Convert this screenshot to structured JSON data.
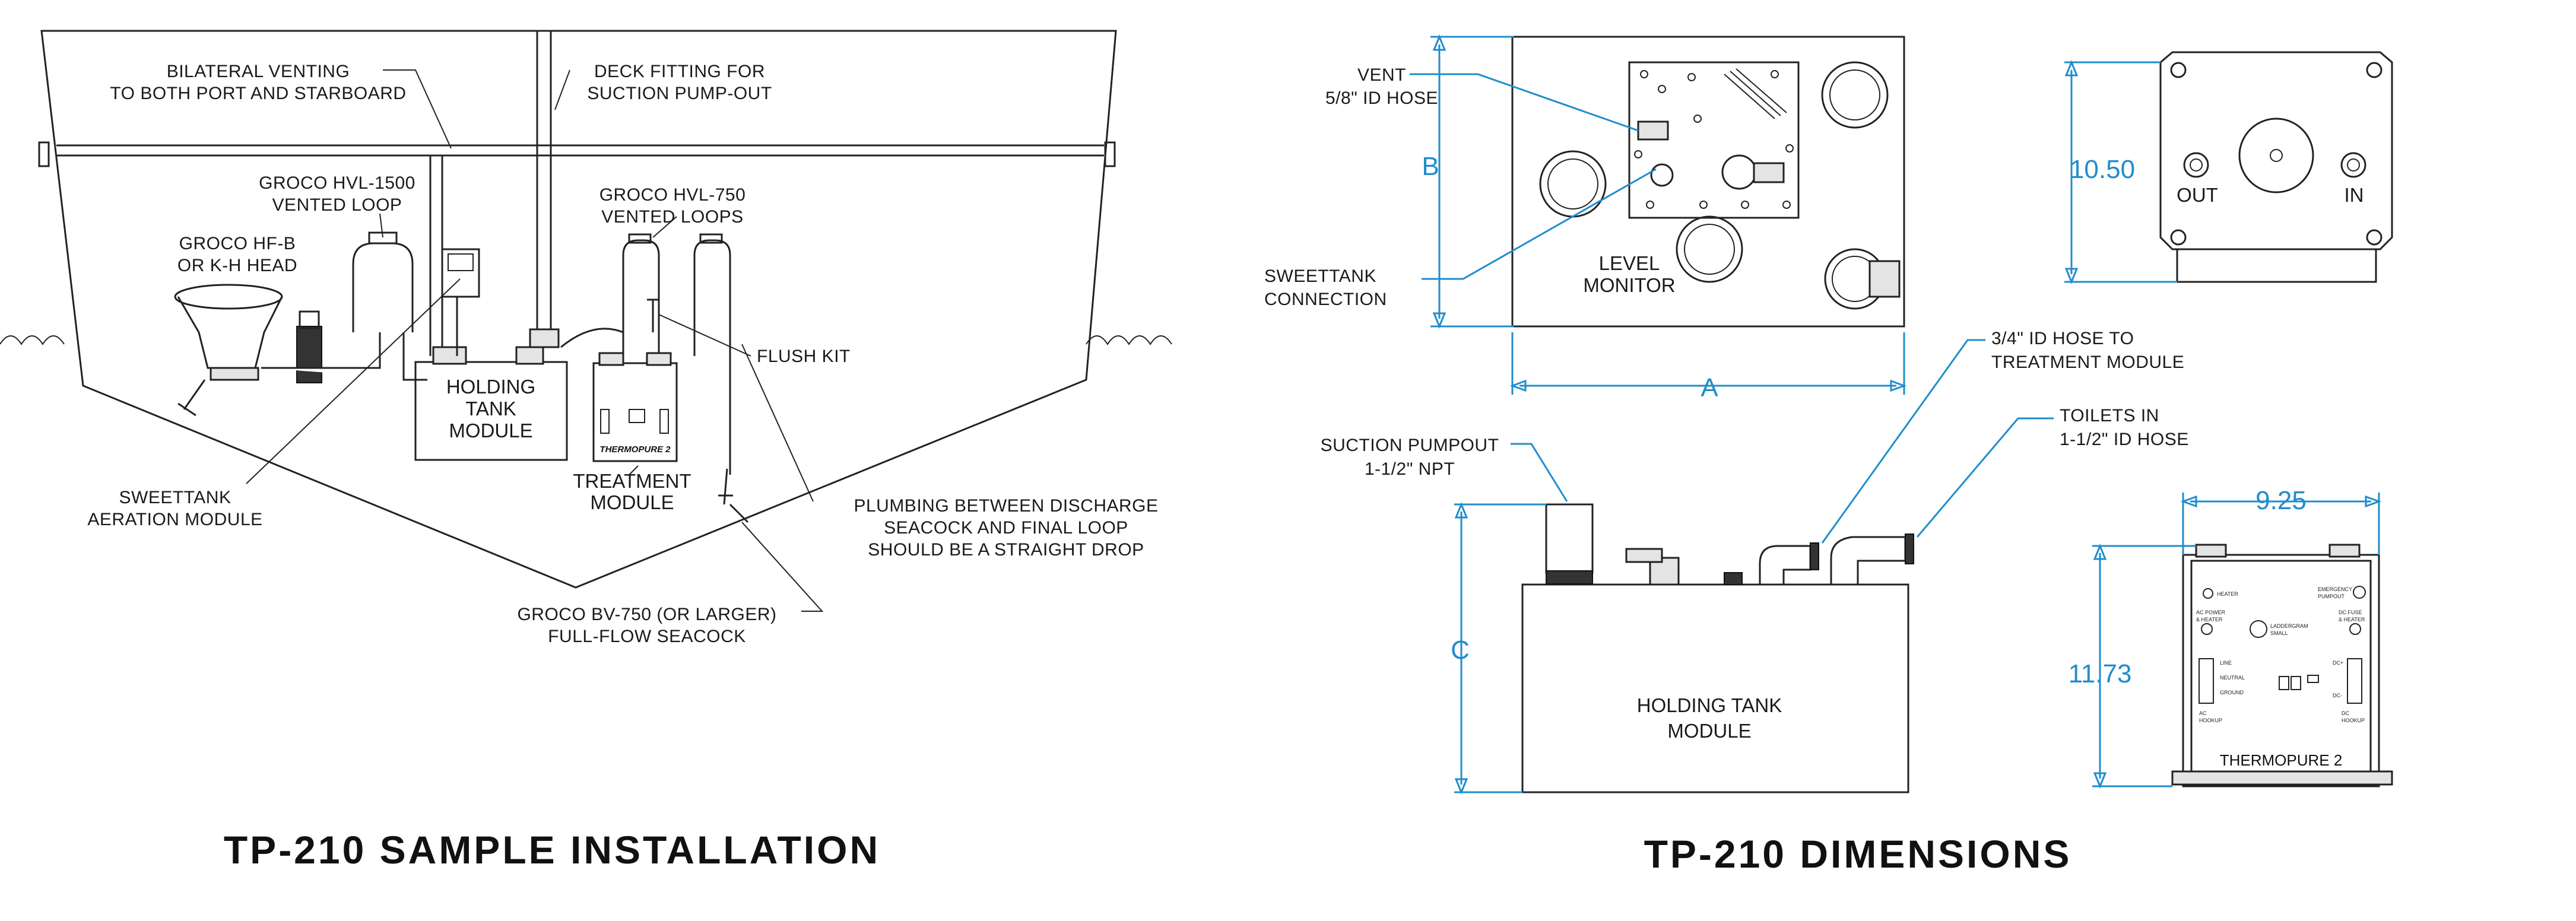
{
  "installation": {
    "title": "TP-210  SAMPLE  INSTALLATION",
    "labels": {
      "venting_1": "BILATERAL VENTING",
      "venting_2": "TO BOTH PORT AND STARBOARD",
      "deck_1": "DECK FITTING FOR",
      "deck_2": "SUCTION PUMP-OUT",
      "hvl1500_1": "GROCO HVL-1500",
      "hvl1500_2": "VENTED LOOP",
      "hvl750_1": "GROCO HVL-750",
      "hvl750_2": "VENTED LOOPS",
      "head_1": "GROCO HF-B",
      "head_2": "OR K-H HEAD",
      "flush_kit": "FLUSH KIT",
      "holding_1": "HOLDING",
      "holding_2": "TANK",
      "holding_3": "MODULE",
      "treatment_1": "TREATMENT",
      "treatment_2": "MODULE",
      "sweettank_1": "SWEETTANK",
      "sweettank_2": "AERATION MODULE",
      "plumbing_1": "PLUMBING BETWEEN DISCHARGE",
      "plumbing_2": "SEACOCK AND FINAL LOOP",
      "plumbing_3": "SHOULD BE A STRAIGHT DROP",
      "seacock_1": "GROCO BV-750 (OR LARGER)",
      "seacock_2": "FULL-FLOW SEACOCK",
      "thermopure_badge": "THERMOPURE 2"
    }
  },
  "dimensions": {
    "title": "TP-210  DIMENSIONS",
    "labels": {
      "vent_1": "VENT",
      "vent_2": "5/8\" ID HOSE",
      "sweettank_1": "SWEETTANK",
      "sweettank_2": "CONNECTION",
      "level_1": "LEVEL",
      "level_2": "MONITOR",
      "out": "OUT",
      "in": "IN",
      "hose34_1": "3/4\" ID HOSE TO",
      "hose34_2": "TREATMENT MODULE",
      "toilets_1": "TOILETS IN",
      "toilets_2": "1-1/2\" ID HOSE",
      "suction_1": "SUCTION PUMPOUT",
      "suction_2": "1-1/2\" NPT",
      "holding_1": "HOLDING TANK",
      "holding_2": "MODULE",
      "thermopure": "THERMOPURE 2"
    },
    "values": {
      "a": "A",
      "b": "B",
      "c": "C",
      "height_top": "10.50",
      "width_front": "9.25",
      "height_front": "11.73"
    },
    "panel_text": {
      "heater": "HEATER",
      "emergency_1": "EMERGENCY",
      "emergency_2": "PUMPOUT",
      "ac_power_1": "AC POWER",
      "ac_power_2": "& HEATER",
      "dc_fuse_1": "DC FUSE",
      "dc_fuse_2": "& HEATER",
      "ladder_1": "LADDERGRAM",
      "ladder_2": "SMALL",
      "neutral": "NEUTRAL",
      "ground": "GROUND",
      "ac_hookup_1": "AC",
      "ac_hookup_2": "HOOKUP",
      "dc_hookup_1": "DC",
      "dc_hookup_2": "HOOKUP",
      "line": "LINE",
      "dc_pos": "DC+",
      "dc_neg": "DC-"
    }
  },
  "colors": {
    "dimension": "#1f8dcc",
    "line": "#222222"
  }
}
